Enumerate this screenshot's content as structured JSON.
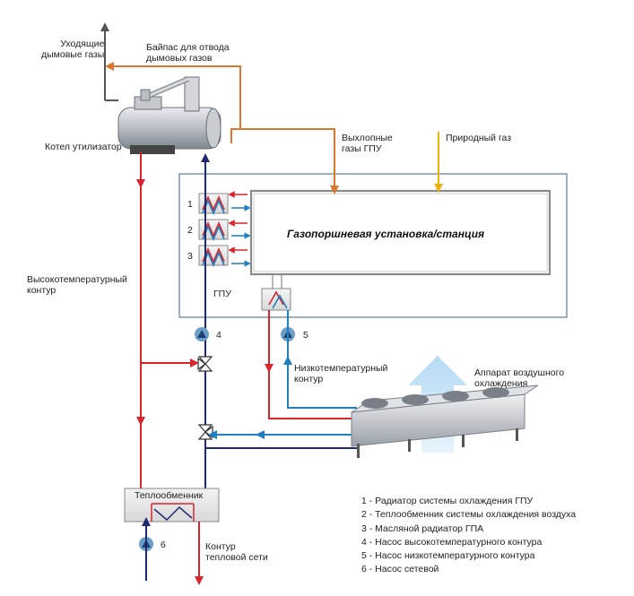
{
  "labels": {
    "flue_out": "Уходящие\nдымовые газы",
    "bypass": "Байпас для отвода\nдымовых газов",
    "boiler": "Котел утилизатор",
    "exhaust": "Выхлопные\nгазы ГПУ",
    "natural_gas": "Природный газ",
    "station": "Газопоршневая установка/станция",
    "gpu": "ГПУ",
    "ht_loop": "Высокотемпературный\nконтур",
    "lt_loop": "Низкотемпературный\nконтур",
    "air_cooler": "Аппарат воздушного\nохлаждения",
    "heat_exchanger": "Теплообменник",
    "heat_network": "Контур\nтепловой сети"
  },
  "numbers": {
    "n1": "1",
    "n2": "2",
    "n3": "3",
    "n4": "4",
    "n5": "5",
    "n6": "6"
  },
  "legend": [
    "1 - Радиатор системы охлаждения ГПУ",
    "2 - Теплообменник системы охлаждения воздуха",
    "3 - Масляной радиатор ГПА",
    "4 - Насос высокотемпературного контура",
    "5 - Насос низкотемпературного контура",
    "6 - Насос сетевой"
  ],
  "colors": {
    "hot": "#d7262b",
    "cold": "#1e7fc1",
    "exhaust": "#d9772f",
    "gas": "#e8b410",
    "network": "#1f2a6e",
    "frame": "#3a5f8f",
    "pump": "#6a9ec8"
  },
  "icons": [
    "boiler-image",
    "air-cooler-image",
    "pump-icon",
    "three-way-valve-icon",
    "heat-exchanger-icon",
    "air-flow-arrow"
  ]
}
